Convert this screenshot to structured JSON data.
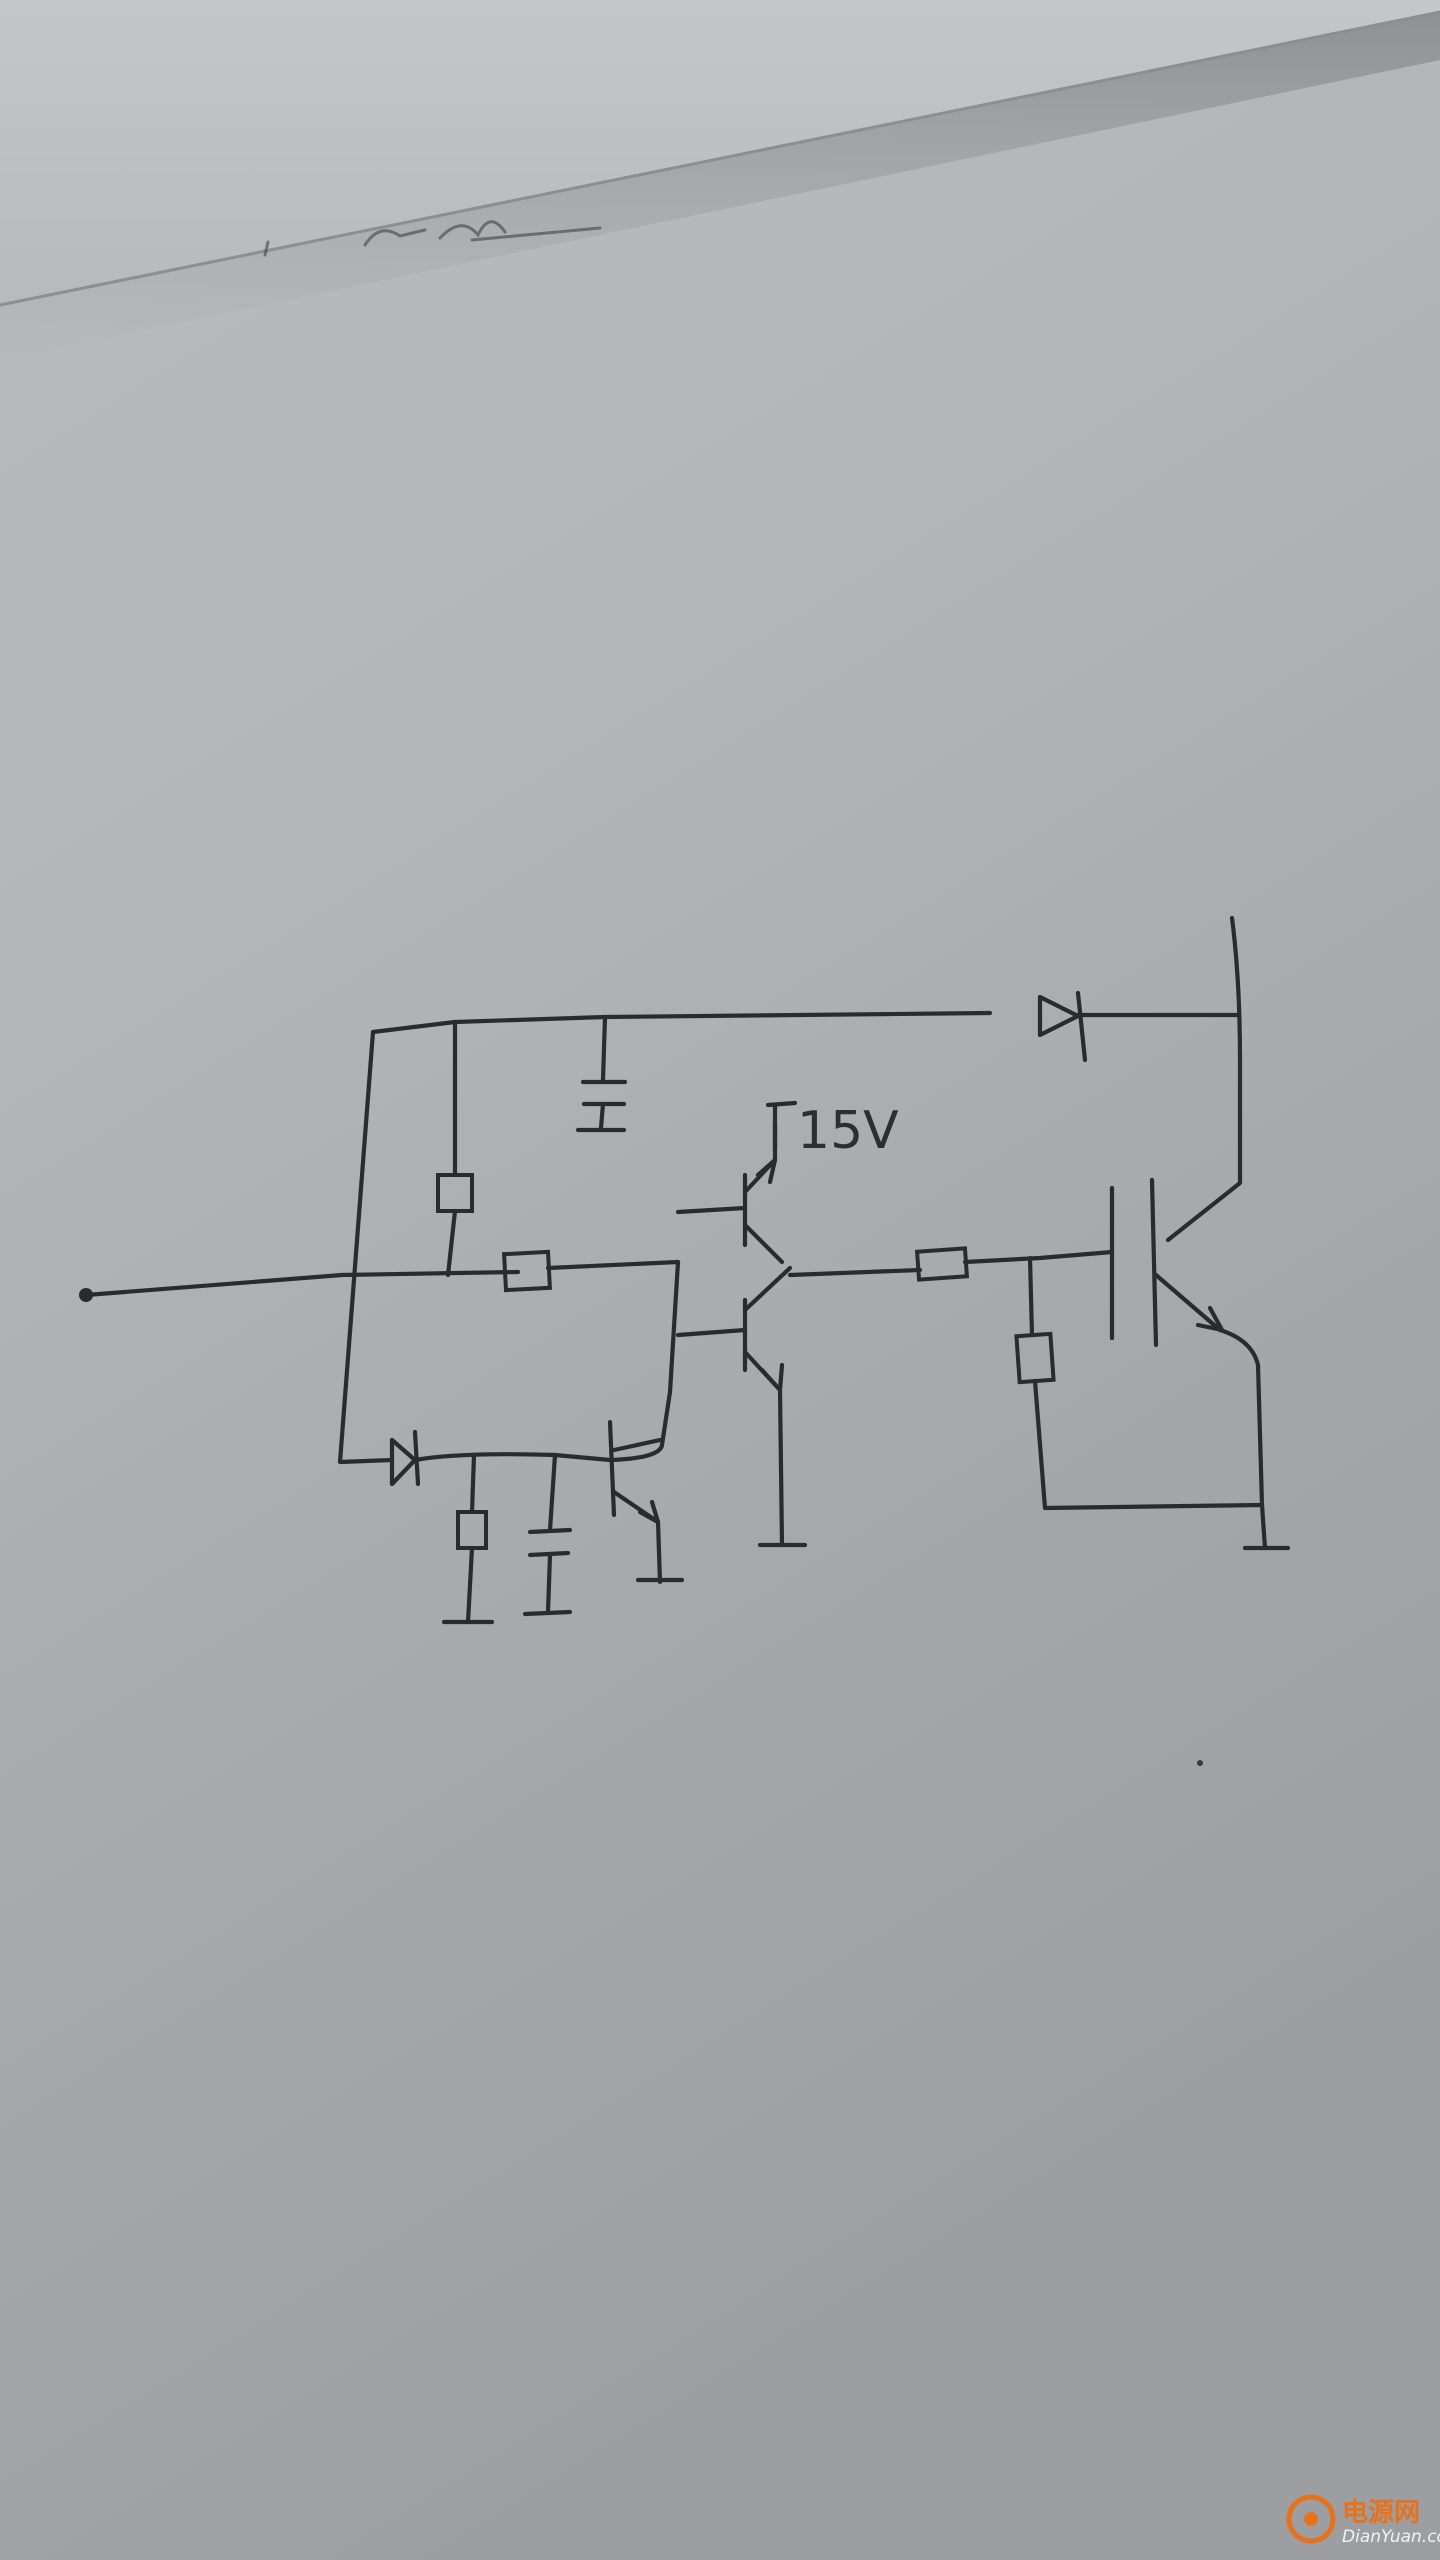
{
  "supply_label": "15V",
  "watermark": {
    "cn": "电源网",
    "en": "DianYuan.com"
  },
  "colors": {
    "paper": "#a9abae",
    "ink": "#2b2b2e",
    "watermark_orange": "#e8721c"
  }
}
